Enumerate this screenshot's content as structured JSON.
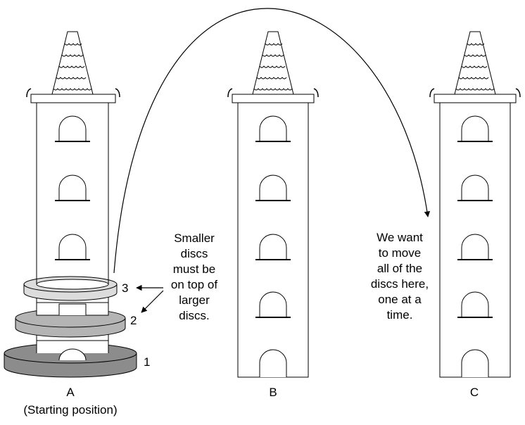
{
  "towers": [
    {
      "id": "A",
      "label": "A",
      "sublabel": "(Starting position)"
    },
    {
      "id": "B",
      "label": "B"
    },
    {
      "id": "C",
      "label": "C"
    }
  ],
  "discs": [
    {
      "number": "1",
      "size": "large",
      "color": "#8c8c8c"
    },
    {
      "number": "2",
      "size": "medium",
      "color": "#b4b4b4"
    },
    {
      "number": "3",
      "size": "small",
      "color": "#dcdcdc"
    }
  ],
  "notes": {
    "rule": [
      "Smaller",
      "discs",
      "must be",
      "on top of",
      "larger",
      "discs."
    ],
    "goal": [
      "We want",
      "to move",
      "all of the",
      "discs here,",
      "one at a",
      "time."
    ]
  },
  "colors": {
    "outline": "#000000",
    "tower_fill": "#ffffff"
  }
}
